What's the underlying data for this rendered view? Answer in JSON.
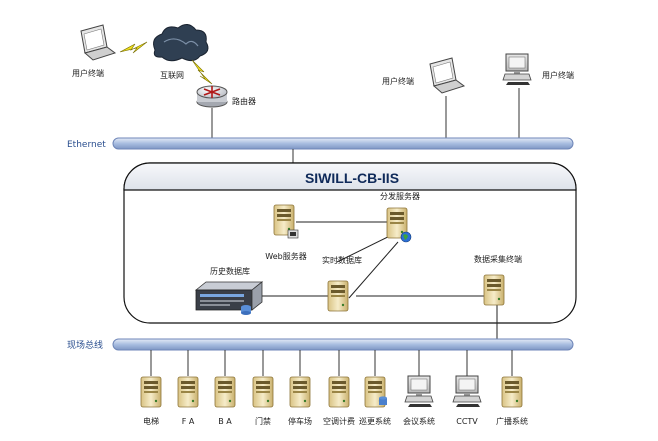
{
  "diagram": {
    "title": "SIWILL-CB-IIS",
    "buses": {
      "ethernet": "Ethernet",
      "field_bus": "现场总线"
    },
    "top": {
      "laptop_left_label": "用户终端",
      "internet_label": "互联网",
      "router_label": "路由器",
      "laptop_right_label": "用户终端",
      "desktop_right_label": "用户终端"
    },
    "core": {
      "web_server_label": "Web服务器",
      "dispatch_server_label": "分发服务器",
      "history_db_label": "历史数据库",
      "realtime_db_label": "实时数据库",
      "acquisition_label": "数据采集终端"
    },
    "subsystems": [
      {
        "label": "电梯",
        "device": "server"
      },
      {
        "label": "F A",
        "device": "server"
      },
      {
        "label": "B A",
        "device": "server"
      },
      {
        "label": "门禁",
        "device": "server"
      },
      {
        "label": "停车场",
        "device": "server"
      },
      {
        "label": "空调计费",
        "device": "server"
      },
      {
        "label": "巡更系统",
        "device": "server-db"
      },
      {
        "label": "会议系统",
        "device": "workstation"
      },
      {
        "label": "CCTV",
        "device": "workstation"
      },
      {
        "label": "广播系统",
        "device": "server"
      }
    ],
    "colors": {
      "bus_fill": "#b9c9e6",
      "bus_stroke": "#6f86b8",
      "bus_label": "#2b4f8f",
      "title": "#0f2a5a",
      "panel_fill": "#e9ecf2",
      "cloud": "#2f3f52",
      "lightning": "#f0e020",
      "server_body": "#e9d9a8"
    }
  }
}
